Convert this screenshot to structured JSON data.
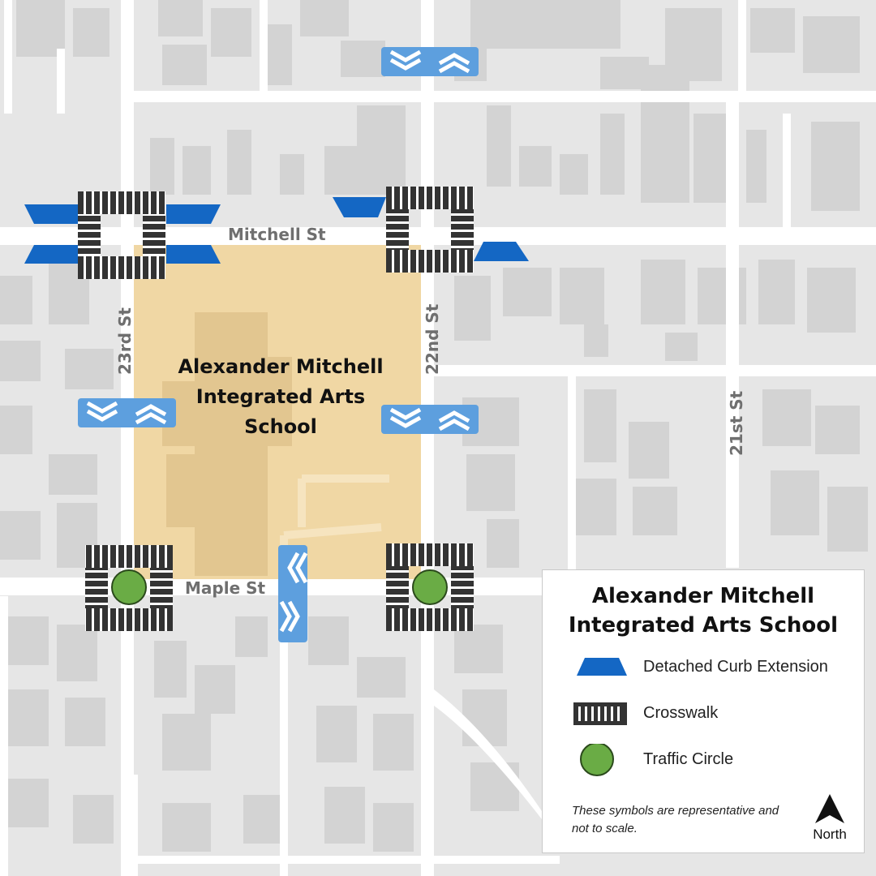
{
  "map": {
    "school_label": [
      "Alexander Mitchell",
      "Integrated Arts",
      "School"
    ],
    "streets": {
      "mitchell": "Mitchell St",
      "maple": "Maple St",
      "s23": "23rd St",
      "s22": "22nd St",
      "s21": "21st St"
    },
    "colors": {
      "background": "#e6e6e6",
      "road": "#ffffff",
      "building": "#d3d3d3",
      "school_grounds": "#f0d7a4",
      "curb_extension": "#1467c4",
      "chevron_marker": "#5d9fde",
      "traffic_circle": "#6aac45",
      "crosswalk": "#333333"
    }
  },
  "legend": {
    "title_line1": "Alexander Mitchell",
    "title_line2": "Integrated Arts School",
    "items": [
      {
        "label": "Detached Curb Extension",
        "icon": "curb-extension-icon"
      },
      {
        "label": "Crosswalk",
        "icon": "crosswalk-icon"
      },
      {
        "label": "Traffic Circle",
        "icon": "traffic-circle-icon"
      }
    ],
    "note": "These symbols are representative and not to scale.",
    "north_label": "North"
  }
}
